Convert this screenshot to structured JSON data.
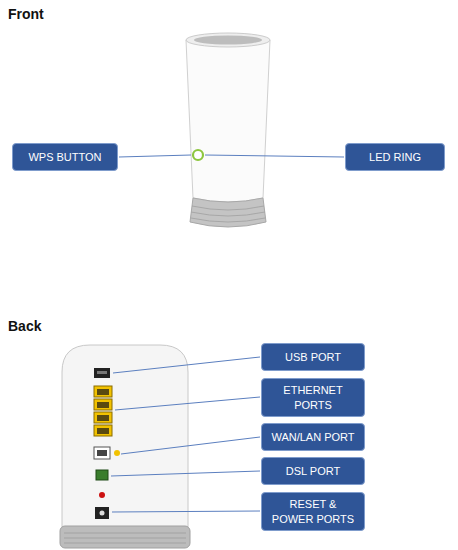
{
  "diagram": {
    "nodes": [
      {
        "text": [
          "WPS BUTTON"
        ]
      },
      {
        "text": [
          "LED RING"
        ]
      },
      {
        "text": [
          "USB PORT"
        ]
      },
      {
        "text": [
          "ETHERNET PORTS"
        ]
      },
      {
        "text": [
          "WAN/LAN PORT"
        ]
      },
      {
        "text": [
          "DSL PORT"
        ]
      },
      {
        "text": [
          "RESET & POWER PORTS"
        ]
      }
    ],
    "labels": [
      "Front",
      "Back"
    ]
  }
}
